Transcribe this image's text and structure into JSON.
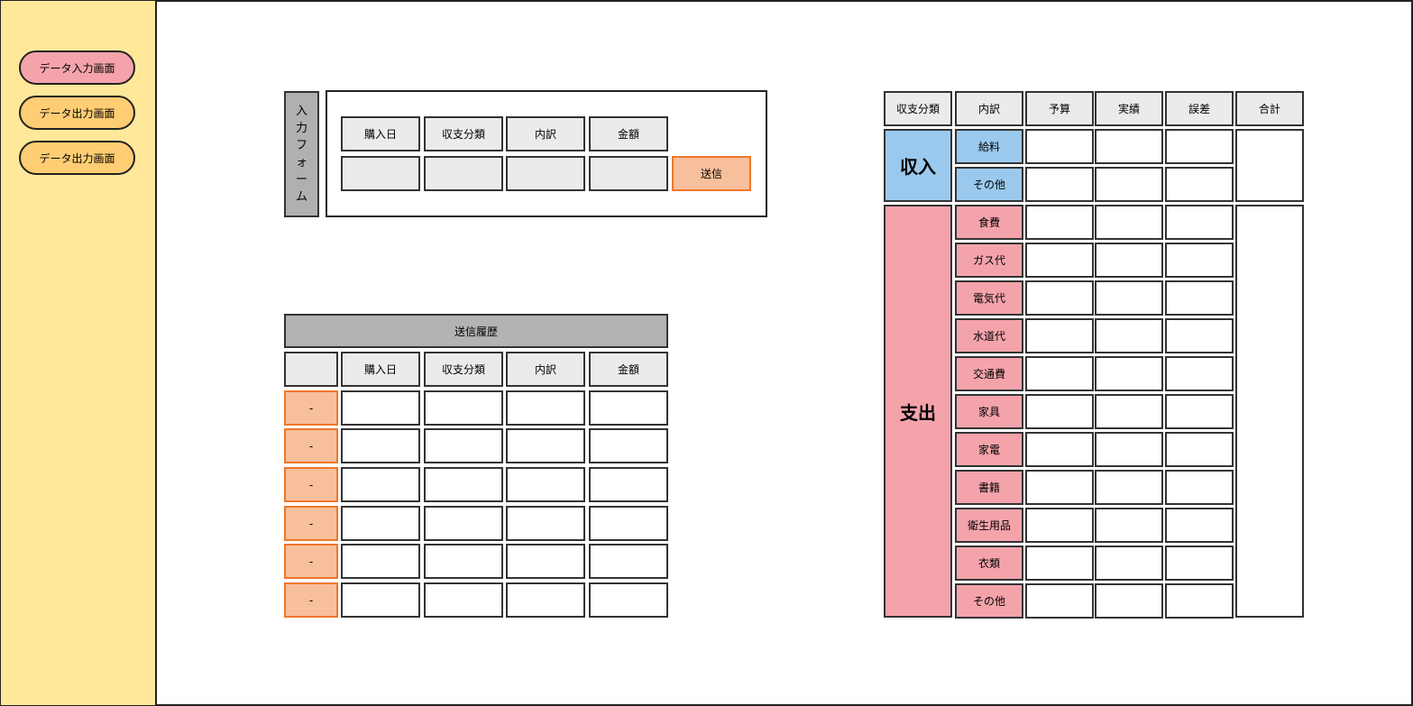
{
  "sidebar": {
    "items": [
      {
        "label": "データ入力画面",
        "color": "#f4a3ab"
      },
      {
        "label": "データ出力画面",
        "color": "#ffcd73"
      },
      {
        "label": "データ出力画面",
        "color": "#ffcd73"
      }
    ]
  },
  "input_form": {
    "tag_chars": [
      "入",
      "力",
      "フ",
      "ォ",
      "ー",
      "ム"
    ],
    "headers": [
      "購入日",
      "収支分類",
      "内訳",
      "金額"
    ],
    "send_label": "送信"
  },
  "history": {
    "title": "送信履歴",
    "headers": [
      "購入日",
      "収支分類",
      "内訳",
      "金額"
    ],
    "row_button": "-"
  },
  "budget": {
    "headers": [
      "収支分類",
      "内訳",
      "予算",
      "実績",
      "誤差",
      "合計"
    ],
    "income": {
      "label": "収入",
      "items": [
        "給料",
        "その他"
      ]
    },
    "expense": {
      "label": "支出",
      "items": [
        "食費",
        "ガス代",
        "電気代",
        "水道代",
        "交通費",
        "家具",
        "家電",
        "書籍",
        "衛生用品",
        "衣類",
        "その他"
      ]
    }
  },
  "colors": {
    "sidebar_bg": "#ffe89a",
    "income": "#9bc9ed",
    "expense": "#f4a3ab",
    "send_button": "#f8bf9c",
    "send_border": "#f0762a"
  }
}
